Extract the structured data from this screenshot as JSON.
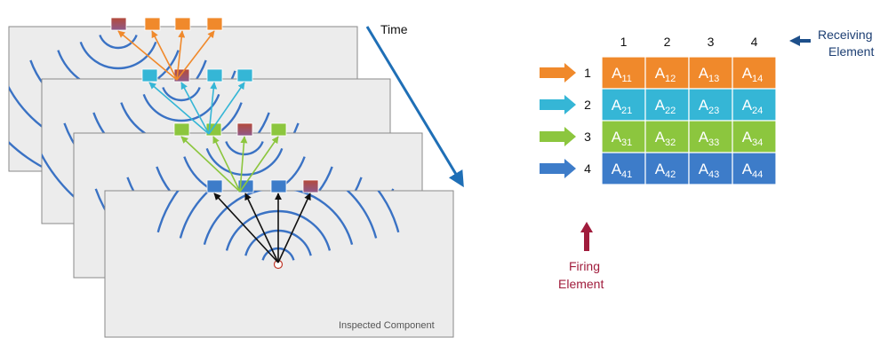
{
  "time_label": "Time",
  "inspected_label": "Inspected Component",
  "receiving_label": [
    "Receiving",
    "Element"
  ],
  "firing_label": [
    "Firing",
    "Element"
  ],
  "column_headers": [
    "1",
    "2",
    "3",
    "4"
  ],
  "row_headers": [
    "1",
    "2",
    "3",
    "4"
  ],
  "matrix": [
    [
      {
        "base": "A",
        "sub": "11"
      },
      {
        "base": "A",
        "sub": "12"
      },
      {
        "base": "A",
        "sub": "13"
      },
      {
        "base": "A",
        "sub": "14"
      }
    ],
    [
      {
        "base": "A",
        "sub": "21"
      },
      {
        "base": "A",
        "sub": "22"
      },
      {
        "base": "A",
        "sub": "23"
      },
      {
        "base": "A",
        "sub": "24"
      }
    ],
    [
      {
        "base": "A",
        "sub": "31"
      },
      {
        "base": "A",
        "sub": "32"
      },
      {
        "base": "A",
        "sub": "33"
      },
      {
        "base": "A",
        "sub": "34"
      }
    ],
    [
      {
        "base": "A",
        "sub": "41"
      },
      {
        "base": "A",
        "sub": "42"
      },
      {
        "base": "A",
        "sub": "43"
      },
      {
        "base": "A",
        "sub": "44"
      }
    ]
  ],
  "colors": {
    "row1": "#f0892b",
    "row2": "#35b6d6",
    "row3": "#8cc63e",
    "row4": "#3d7cc9",
    "panel_fill": "#ececec",
    "panel_stroke": "#8a8a8a",
    "wave": "#3a72c4",
    "firing_arrow": "#a01c3c",
    "receiving_arrow": "#1d4f8a",
    "time_arrow": "#1f6fb6",
    "firing_element_top": "#b44a3a",
    "firing_element_bottom": "#8e5a8a"
  },
  "icons": {
    "row_arrow": "right-arrow-icon",
    "firing_arrow": "up-arrow-icon",
    "receiving_arrow": "left-arrow-icon"
  }
}
